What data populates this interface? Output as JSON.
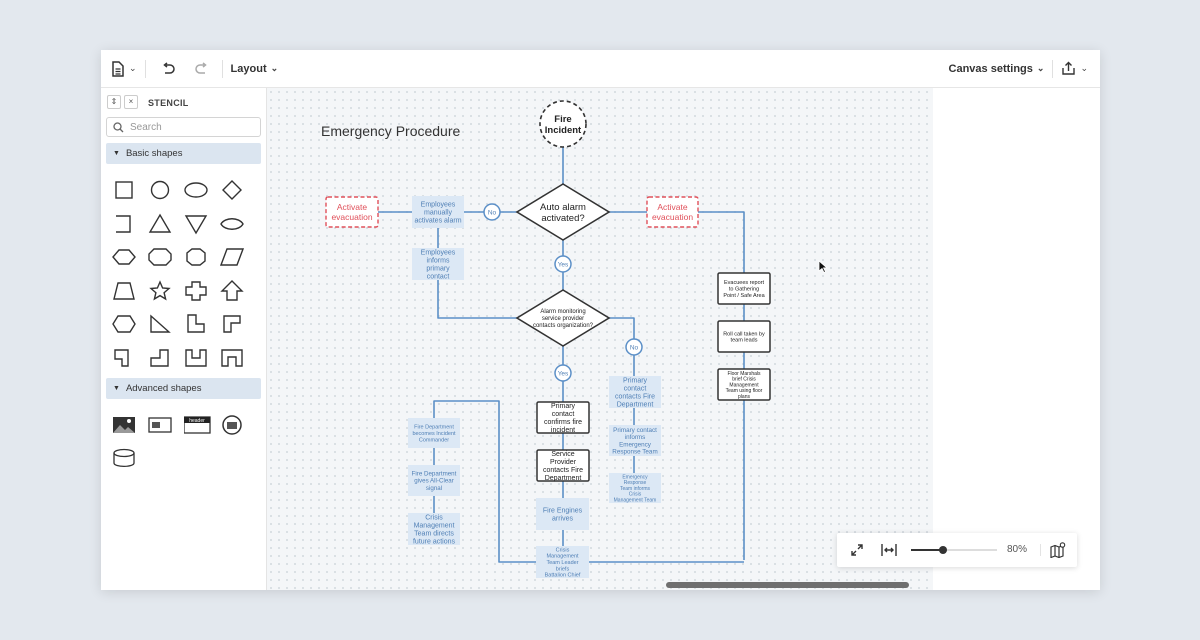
{
  "toolbar": {
    "layout_label": "Layout",
    "canvas_settings_label": "Canvas settings"
  },
  "sidebar": {
    "stencil_label": "STENCIL",
    "search_placeholder": "Search",
    "basic_shapes_label": "Basic shapes",
    "advanced_shapes_label": "Advanced shapes",
    "basic_shapes": [
      "square",
      "circle",
      "ellipse",
      "diamond",
      "bracket",
      "triangle",
      "inverted-triangle",
      "oval",
      "hexagon",
      "octagon-wide",
      "octagon",
      "parallelogram",
      "trapezoid",
      "star",
      "cross",
      "arrow-up",
      "pentagon",
      "right-triangle",
      "l-shape",
      "corner",
      "step-shape",
      "stair-shape",
      "u-shape",
      "arch-shape"
    ],
    "advanced_shapes": [
      "image",
      "image-frame",
      "header-box",
      "circle-image",
      "cylinder"
    ],
    "header_box_text": "header"
  },
  "diagram": {
    "title": "Emergency Procedure",
    "nodes": [
      {
        "id": "fire",
        "lines": [
          "Fire",
          "Incident"
        ]
      },
      {
        "id": "d1",
        "lines": [
          "Auto alarm",
          "activated?"
        ]
      },
      {
        "id": "evac_left",
        "lines": [
          "Activate",
          "evacuation"
        ]
      },
      {
        "id": "evac_right",
        "lines": [
          "Activate",
          "evacuation"
        ]
      },
      {
        "id": "emp_manual",
        "lines": [
          "Employees",
          "manually",
          "activates alarm"
        ]
      },
      {
        "id": "emp_inform",
        "lines": [
          "Employees",
          "informs",
          "primary",
          "contact"
        ]
      },
      {
        "id": "d2",
        "lines": [
          "Alarm monitoring",
          "service provider",
          "contacts organization?"
        ]
      },
      {
        "id": "pc_confirm",
        "lines": [
          "Primary",
          "contact",
          "confirms fire",
          "incident"
        ]
      },
      {
        "id": "sp_contacts",
        "lines": [
          "Service",
          "Provider",
          "contacts Fire",
          "Department"
        ]
      },
      {
        "id": "engines",
        "lines": [
          "Fire Engines",
          "arrives"
        ]
      },
      {
        "id": "cmt_leader",
        "lines": [
          "Crisis",
          "Management",
          "Team Leader",
          "briefs",
          "Battalion Chief"
        ]
      },
      {
        "id": "pc_contacts",
        "lines": [
          "Primary",
          "contact",
          "contacts Fire",
          "Department"
        ]
      },
      {
        "id": "pc_informs",
        "lines": [
          "Primary contact",
          "informs",
          "Emergency",
          "Response Team"
        ]
      },
      {
        "id": "ert_informs",
        "lines": [
          "Emergency",
          "Response",
          "Team informs",
          "Crisis",
          "Management Team"
        ]
      },
      {
        "id": "fd_commander",
        "lines": [
          "Fire Department",
          "becomes Incident",
          "Commander"
        ]
      },
      {
        "id": "fd_allclear",
        "lines": [
          "Fire Department",
          "gives All-Clear",
          "signal"
        ]
      },
      {
        "id": "cmt_directs",
        "lines": [
          "Crisis",
          "Management",
          "Team directs",
          "future actions"
        ]
      },
      {
        "id": "evacuees",
        "lines": [
          "Evacuees report",
          "to Gathering",
          "Point / Safe Area"
        ]
      },
      {
        "id": "rollcall",
        "lines": [
          "Roll call taken by",
          "team leads"
        ]
      },
      {
        "id": "marshals",
        "lines": [
          "Floor Marshals",
          "brief Crisis",
          "Management",
          "Team using floor",
          "plans"
        ]
      }
    ],
    "labels": {
      "no": "No",
      "yes": "Yes"
    }
  },
  "zoom": {
    "value_label": "80%",
    "value": 80
  },
  "colors": {
    "connector": "#5b8fc7",
    "light_box": "#dce8f5",
    "light_text": "#4f7fb5",
    "danger": "#e0505a",
    "outline": "#333333"
  }
}
